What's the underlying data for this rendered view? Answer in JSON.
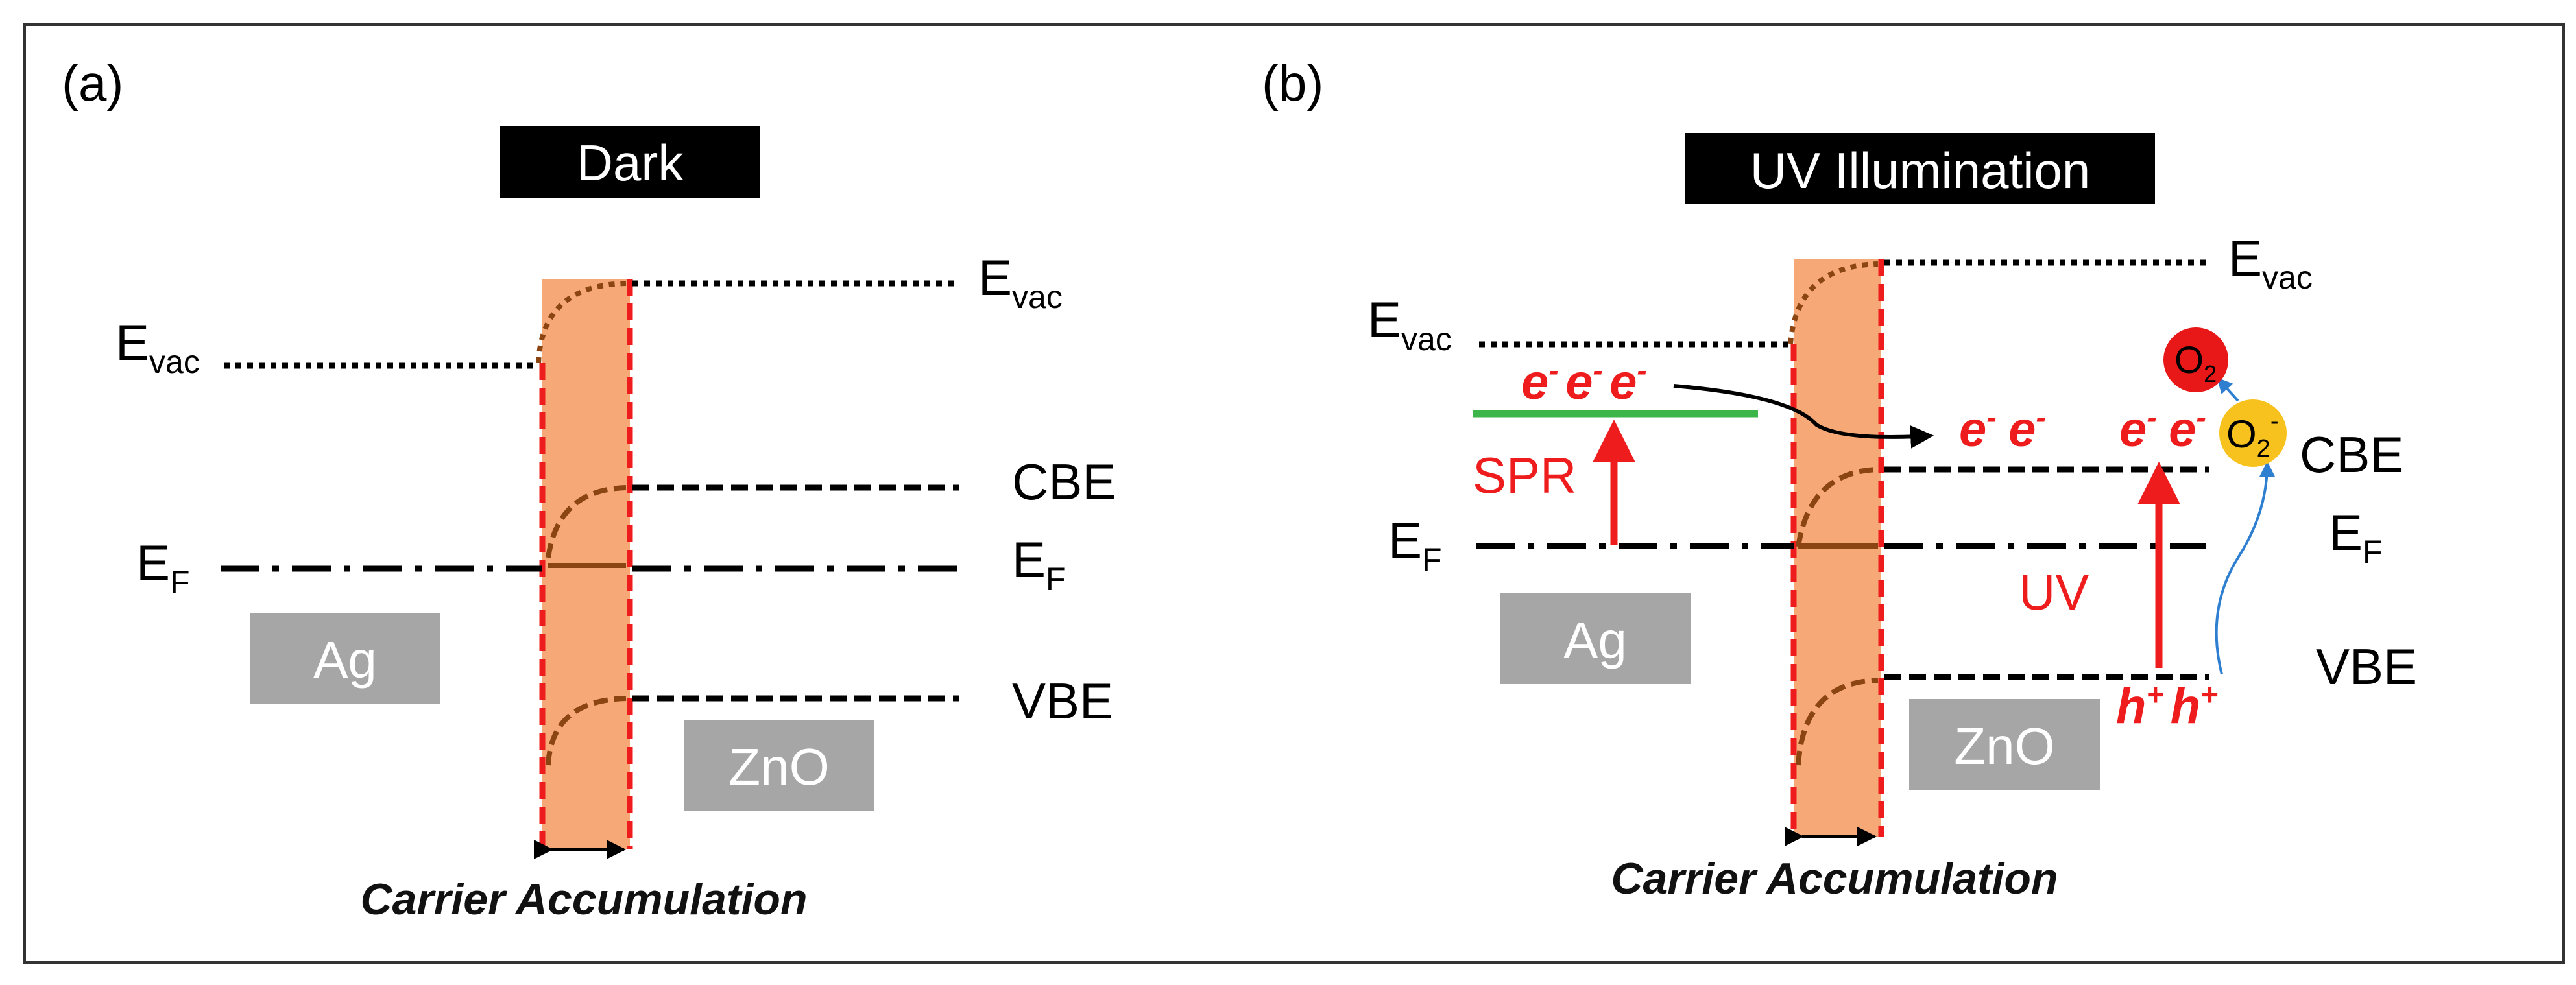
{
  "panel_a": {
    "label": "(a)",
    "title": "Dark",
    "levels": {
      "evac_left": "E",
      "evac_left_sub": "vac",
      "evac_right": "E",
      "evac_right_sub": "vac",
      "cbe": "CBE",
      "ef_left": "E",
      "ef_left_sub": "F",
      "ef_right": "E",
      "ef_right_sub": "F",
      "vbe": "VBE"
    },
    "metal": "Ag",
    "semiconductor": "ZnO",
    "caption": "Carrier Accumulation"
  },
  "panel_b": {
    "label": "(b)",
    "title": "UV Illumination",
    "levels": {
      "evac_left": "E",
      "evac_left_sub": "vac",
      "evac_right": "E",
      "evac_right_sub": "vac",
      "cbe": "CBE",
      "ef_left": "E",
      "ef_left_sub": "F",
      "ef_right": "E",
      "ef_right_sub": "F",
      "vbe": "VBE"
    },
    "metal": "Ag",
    "semiconductor": "ZnO",
    "spr": "SPR",
    "uv": "UV",
    "electron": "e",
    "electron_sup": "-",
    "hole": "h",
    "hole_sup": "+",
    "oxygen": "O",
    "oxygen_sub": "2",
    "superoxide_sup": "-",
    "caption": "Carrier Accumulation"
  },
  "colors": {
    "depletion": "#f7a877",
    "boundary": "#ee1c1c",
    "bend": "#8b4513",
    "spr_level": "#3cb54a",
    "label_box": "#a6a6a6",
    "o2_circle": "#e81818",
    "superoxide_circle": "#f7c21d",
    "transfer_arrow": "#2f7fd1"
  }
}
